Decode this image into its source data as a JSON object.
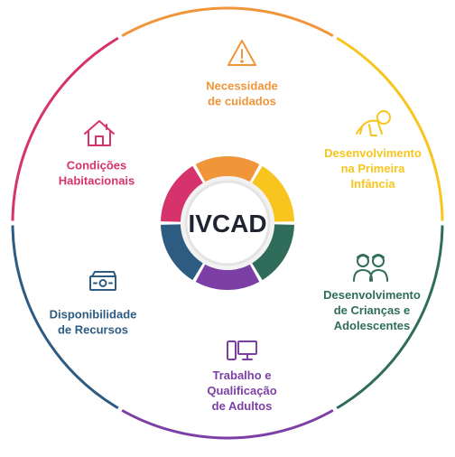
{
  "center": {
    "label": "IVCAD",
    "text_color": "#1f2430"
  },
  "segments": [
    {
      "id": "necessidade",
      "lines": [
        "Necessidade",
        "de cuidados"
      ],
      "color": "#f0953a",
      "icon": "warning-triangle-icon"
    },
    {
      "id": "primeira-infancia",
      "lines": [
        "Desenvolvimento",
        "na Primeira",
        "Infância"
      ],
      "color": "#f7c51e",
      "icon": "crawling-baby-icon"
    },
    {
      "id": "criancas",
      "lines": [
        "Desenvolvimento",
        "de Crianças e",
        "Adolescentes"
      ],
      "color": "#2f6d5a",
      "icon": "children-icon"
    },
    {
      "id": "adultos",
      "lines": [
        "Trabalho e",
        "Qualificação",
        "de Adultos"
      ],
      "color": "#7b3fa6",
      "icon": "devices-icon"
    },
    {
      "id": "recursos",
      "lines": [
        "Disponibilidade",
        "de Recursos"
      ],
      "color": "#2d5b82",
      "icon": "money-icon"
    },
    {
      "id": "habitacionais",
      "lines": [
        "Condições",
        "Habitacionais"
      ],
      "color": "#d6336c",
      "icon": "house-icon"
    }
  ]
}
